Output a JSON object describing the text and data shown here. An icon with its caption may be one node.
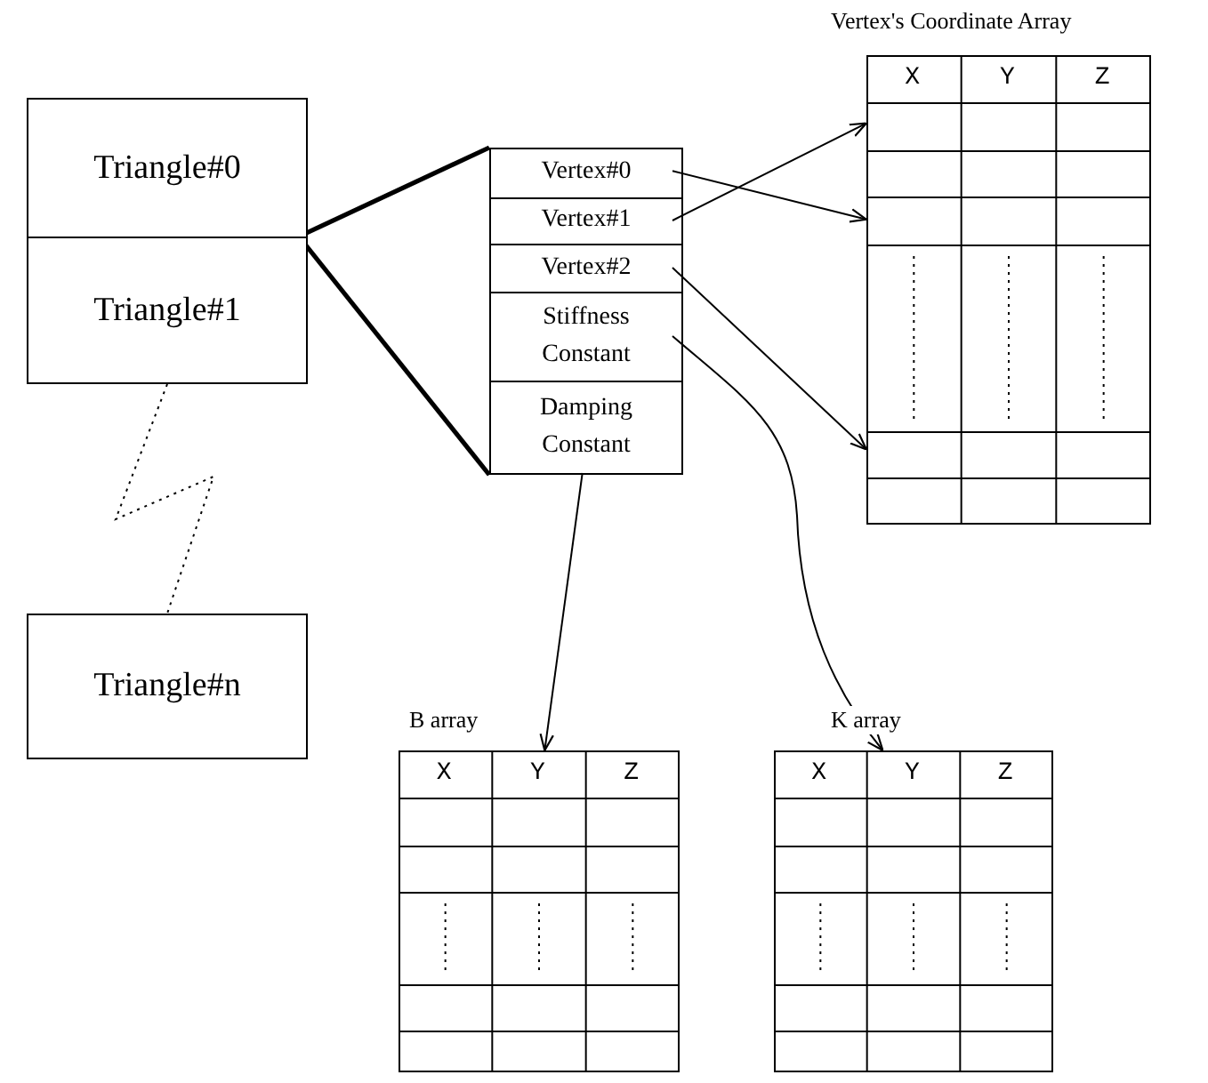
{
  "diagram": {
    "nodes": [
      {
        "text": [
          "Triangle#0"
        ]
      },
      {
        "text": [
          "Triangle#1"
        ]
      },
      {
        "text": [
          "Triangle#n"
        ]
      },
      {
        "text": [],
        "shape": "box"
      },
      {
        "text": [
          "Vertex#0"
        ],
        "in": 3
      },
      {
        "text": [
          "Vertex#1"
        ],
        "in": 3
      },
      {
        "text": [
          "Vertex#2"
        ],
        "in": 3
      },
      {
        "text": [
          "Stiffness Constant"
        ],
        "in": 3
      },
      {
        "text": [
          "Damping Constant"
        ],
        "in": 3
      },
      {
        "text": [
          "Vertex's Coordinate Array",
          "X",
          "Y",
          "Z"
        ]
      },
      {
        "text": [
          "B array",
          "X",
          "Y",
          "Z"
        ]
      },
      {
        "text": [
          "K array",
          "X",
          "Y",
          "Z"
        ]
      }
    ],
    "edges": [
      {
        "from": 1,
        "to": 3,
        "arrow": "none",
        "style": "thick"
      },
      {
        "from": 1,
        "to": 3,
        "arrow": "none",
        "style": "thick"
      },
      {
        "from": 1,
        "to": 2,
        "arrow": "none",
        "style": "dashed"
      },
      {
        "from": 4,
        "to": 9,
        "arrow": "to"
      },
      {
        "from": 5,
        "to": 9,
        "arrow": "to"
      },
      {
        "from": 6,
        "to": 9,
        "arrow": "to"
      },
      {
        "from": 7,
        "to": 11,
        "arrow": "to"
      },
      {
        "from": 8,
        "to": 10,
        "arrow": "to"
      }
    ]
  }
}
